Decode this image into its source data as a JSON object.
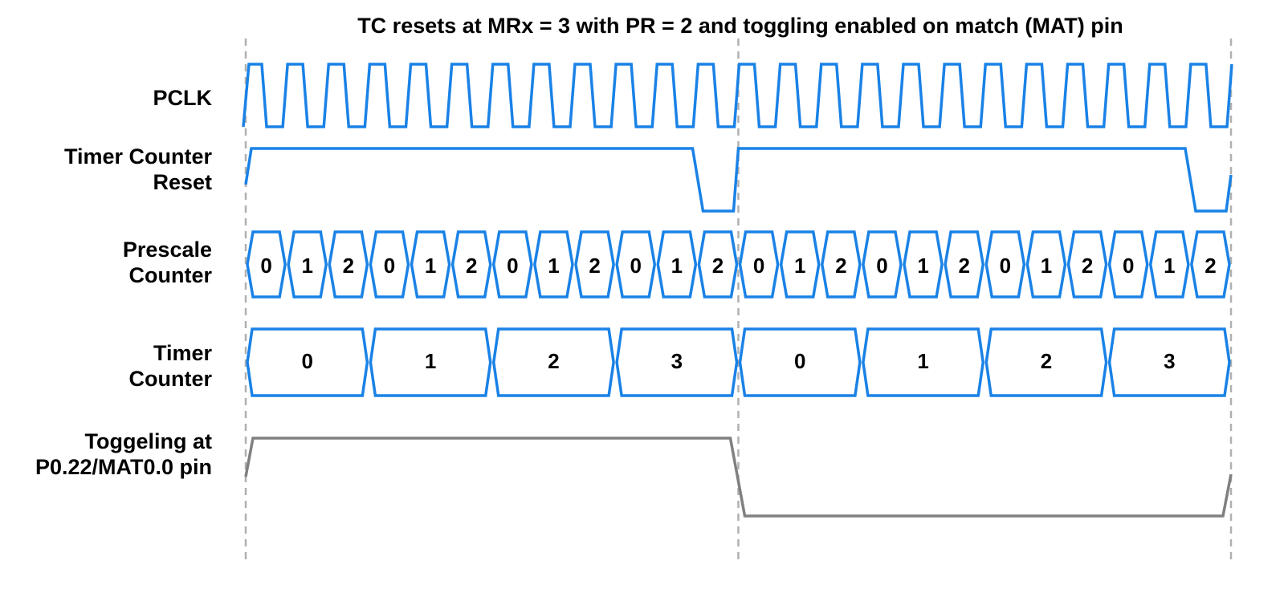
{
  "title": "TC resets at MRx = 3 with PR = 2 and toggling enabled on match (MAT) pin",
  "signals": {
    "pclk": {
      "label_lines": [
        "PCLK"
      ]
    },
    "tc_reset": {
      "label_lines": [
        "Timer Counter",
        "Reset"
      ]
    },
    "prescale": {
      "label_lines": [
        "Prescale",
        "Counter"
      ],
      "values": [
        "0",
        "1",
        "2",
        "0",
        "1",
        "2",
        "0",
        "1",
        "2",
        "0",
        "1",
        "2",
        "0",
        "1",
        "2",
        "0",
        "1",
        "2",
        "0",
        "1",
        "2",
        "0",
        "1",
        "2"
      ]
    },
    "timer_counter": {
      "label_lines": [
        "Timer",
        "Counter"
      ],
      "values": [
        "0",
        "1",
        "2",
        "3",
        "0",
        "1",
        "2",
        "3"
      ]
    },
    "toggle": {
      "label_lines": [
        "Toggeling at",
        "P0.22/MAT0.0 pin"
      ]
    }
  },
  "colors": {
    "wave": "#1a82e6",
    "toggle": "#808080",
    "marker": "#b0b0b0",
    "text": "#000000"
  }
}
